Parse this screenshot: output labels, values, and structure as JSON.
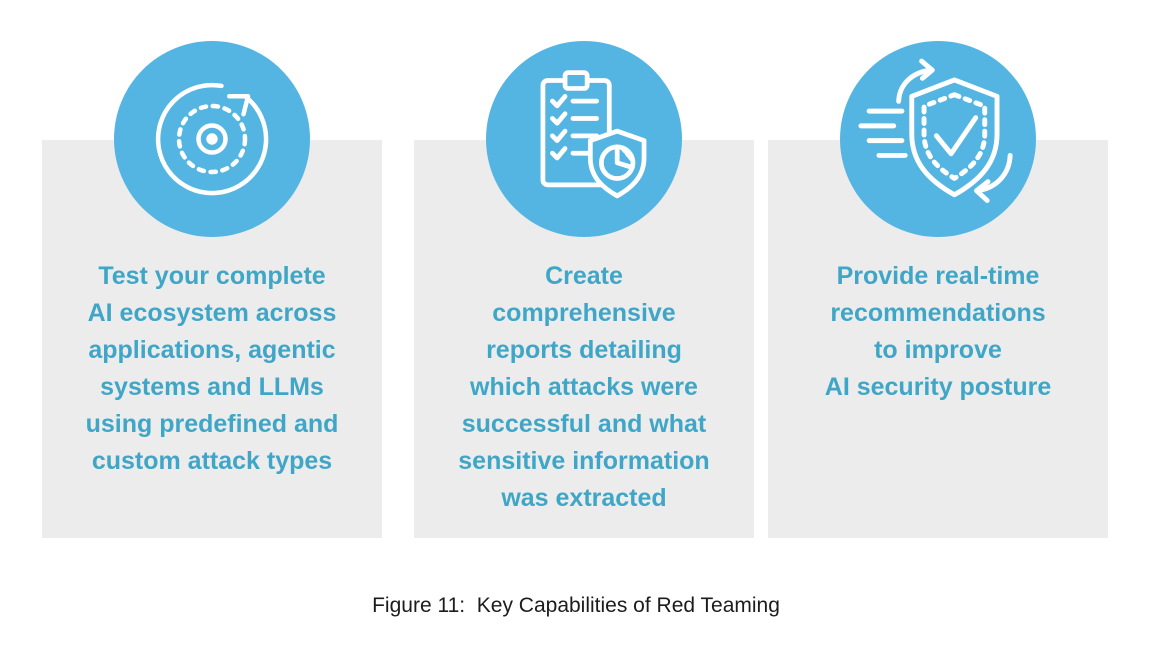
{
  "figure": {
    "caption": "Figure 11:  Key Capabilities of Red Teaming",
    "colors": {
      "icon_circle": "#55b5e2",
      "card_background": "#ececec",
      "card_text": "#3fa6c7",
      "caption_text": "#1c1c1c"
    },
    "cards": [
      {
        "icon": "target-scan-icon",
        "text": "Test your complete\nAI ecosystem across\napplications, agentic\nsystems and LLMs\nusing predefined and\ncustom attack types"
      },
      {
        "icon": "report-checklist-shield-icon",
        "text": "Create\ncomprehensive\nreports detailing\nwhich attacks were\nsuccessful and what\nsensitive information\nwas extracted"
      },
      {
        "icon": "shield-checkmark-realtime-icon",
        "text": "Provide real-time\nrecommendations\nto improve\nAI security posture"
      }
    ]
  }
}
